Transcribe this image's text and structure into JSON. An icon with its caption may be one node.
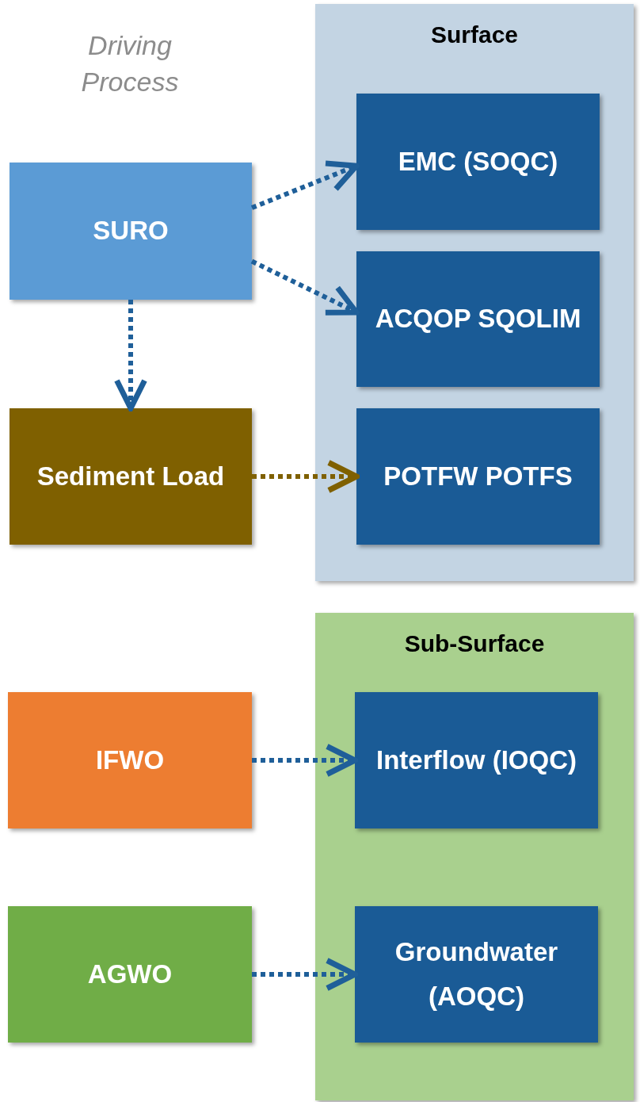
{
  "diagram": {
    "nodes": [
      {
        "text": [
          "Surface"
        ]
      },
      {
        "text": [
          "EMC (SOQC)"
        ],
        "in": 0
      },
      {
        "text": [
          "ACQOP SQOLIM"
        ],
        "in": 0
      },
      {
        "text": [
          "POTFW POTFS"
        ],
        "in": 0
      },
      {
        "text": [
          "Sub-Surface"
        ]
      },
      {
        "text": [
          "Interflow (IOQC)"
        ],
        "in": 4
      },
      {
        "text": [
          "Groundwater (AOQC)"
        ],
        "in": 4
      },
      {
        "text": [
          "SURO"
        ]
      },
      {
        "text": [
          "Sediment Load"
        ]
      },
      {
        "text": [
          "IFWO"
        ]
      },
      {
        "text": [
          "AGWO"
        ]
      }
    ],
    "edges": [
      {
        "from": 7,
        "to": 1,
        "arrow": "to",
        "style": "dashed"
      },
      {
        "from": 7,
        "to": 2,
        "arrow": "to",
        "style": "dashed"
      },
      {
        "from": 7,
        "to": 8,
        "arrow": "to",
        "style": "dashed"
      },
      {
        "from": 8,
        "to": 3,
        "arrow": "to",
        "style": "dashed",
        "color": "#7f6000"
      },
      {
        "from": 9,
        "to": 5,
        "arrow": "to",
        "style": "dashed"
      },
      {
        "from": 10,
        "to": 6,
        "arrow": "to",
        "style": "dashed"
      }
    ],
    "labels": [
      "Driving Process"
    ]
  }
}
